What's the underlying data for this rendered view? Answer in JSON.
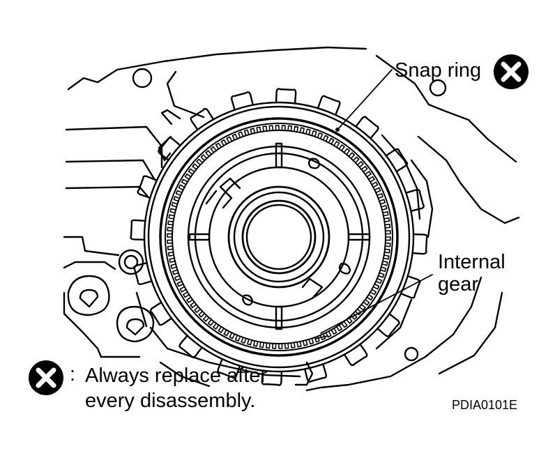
{
  "labels": {
    "snap_ring": "Snap ring",
    "internal_gear_line1": "Internal",
    "internal_gear_line2": "gear"
  },
  "legend": {
    "colon": ":",
    "line1": "Always replace after",
    "line2": "every disassembly.",
    "symbol": "x-circle-icon"
  },
  "figure_code": "PDIA0101E",
  "colors": {
    "ink": "#000000",
    "paper": "#ffffff"
  }
}
